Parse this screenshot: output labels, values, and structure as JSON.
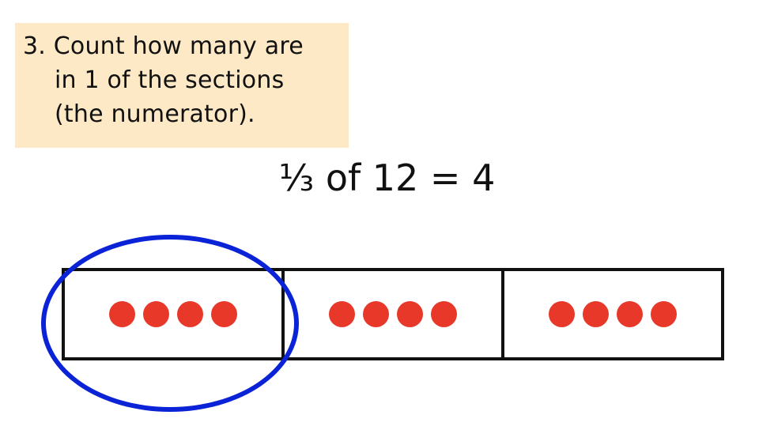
{
  "instruction": {
    "lines": [
      "3. Count how many are",
      "in 1 of the sections",
      "(the numerator)."
    ]
  },
  "equation": "⅓ of 12 = 4",
  "sections": [
    {
      "dots": 4
    },
    {
      "dots": 4
    },
    {
      "dots": 4
    }
  ],
  "colors": {
    "instruction_bg": "#fde9c6",
    "dot": "#e8382a",
    "ring": "#0a23d6",
    "outline": "#111111"
  }
}
